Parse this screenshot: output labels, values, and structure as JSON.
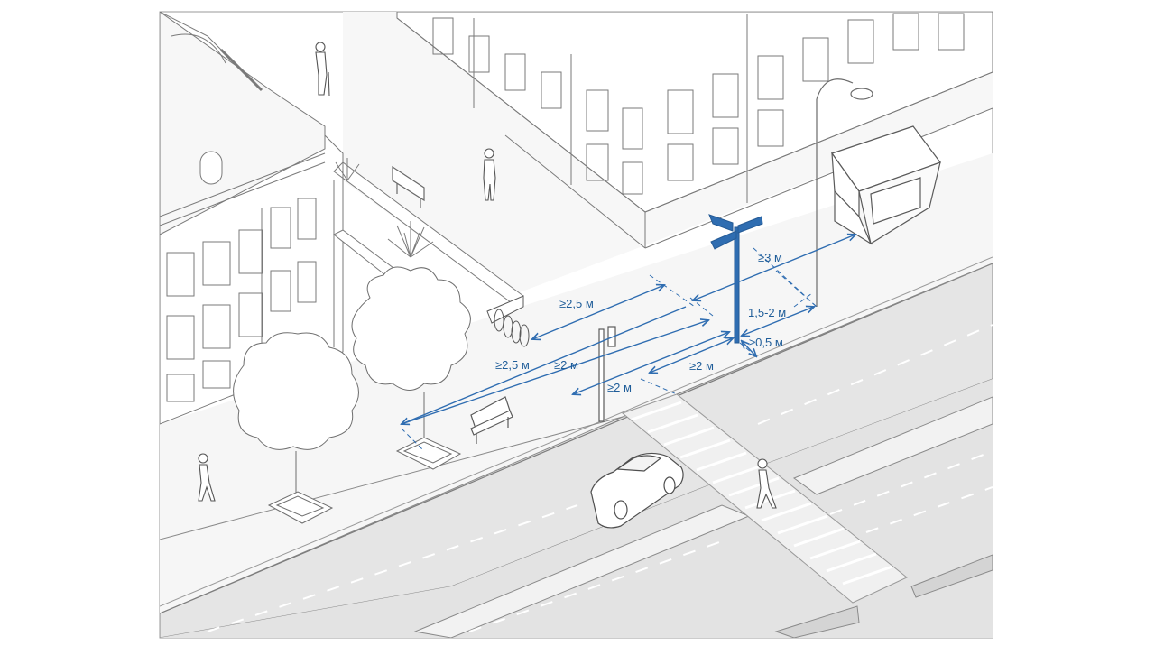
{
  "colors": {
    "accent_blue": "#2f6db1",
    "line_gray": "#8a8a8a",
    "road_fill": "#e6e6e6",
    "sidewalk_fill": "#f4f4f4"
  },
  "dimensions": {
    "bike_zone": "≥2,5 м",
    "tree_zone": "≥2,5 м",
    "walk_zone_a": "≥2 м",
    "walk_zone_b": "≥2 м",
    "walk_zone_c": "≥2 м",
    "kiosk_clearance": "≥3 м",
    "lamp_offset": "1,5-2 м",
    "curb_offset": "≥0,5 м"
  },
  "icons": [
    "wayfinding-sign-icon",
    "street-lamp-icon",
    "kiosk-icon",
    "bench-icon",
    "tree-icon",
    "bicycle-rack-icon",
    "car-icon",
    "pedestrian-icon",
    "traffic-light-icon"
  ]
}
